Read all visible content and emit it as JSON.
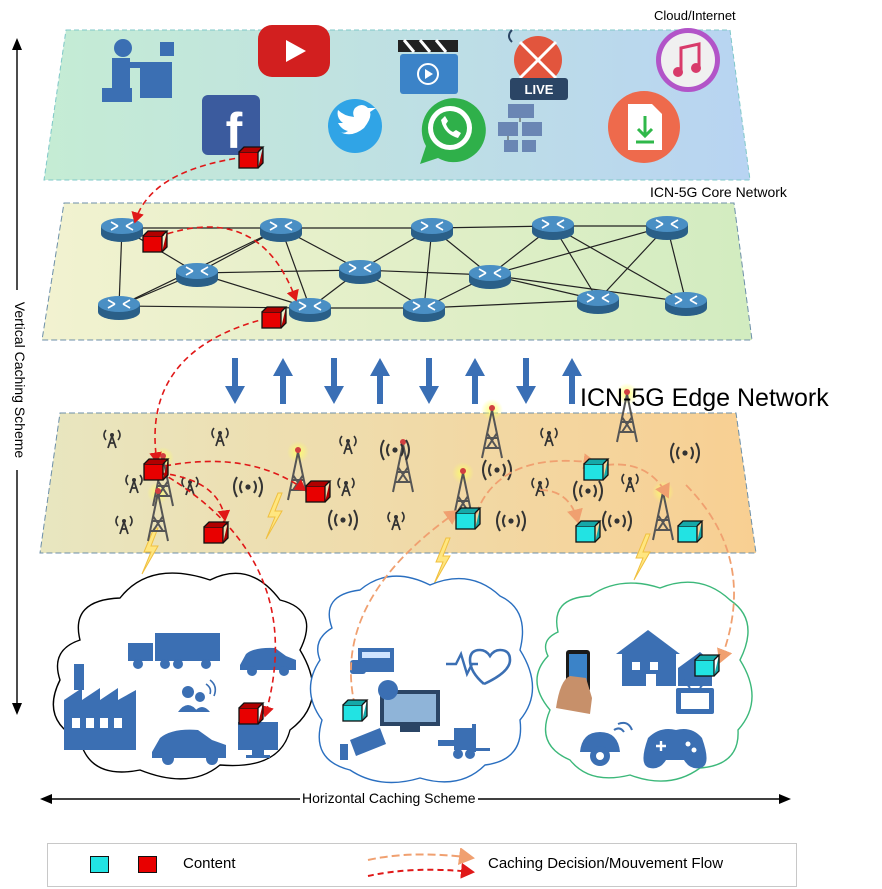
{
  "labels": {
    "cloud": "Cloud/Internet",
    "core": "ICN-5G  Core Network",
    "edge": "ICN-5G Edge Network",
    "vertical": "Vertical Caching Scheme",
    "horizontal": "Horizontal Caching Scheme"
  },
  "cloud_icons": {
    "youtube": "youtube-icon",
    "facebook": "facebook-icon",
    "twitter": "twitter-icon",
    "whatsapp": "whatsapp-icon",
    "live_text": "LIVE",
    "facebook_letter": "f"
  },
  "legend": {
    "content_label": "Content",
    "flow_label": "Caching Decision/Mouvement Flow"
  },
  "colors": {
    "cloud_plane": "#bfe3ef",
    "core_plane": "#dbeec6",
    "edge_plane": "#f3dfb0",
    "router": "#3d7fb0",
    "content_red": "#e80000",
    "content_cyan": "#22e3e3",
    "arrow_blue": "#3a6fb5",
    "flow_red": "#e01818",
    "flow_orange": "#f0a070"
  }
}
